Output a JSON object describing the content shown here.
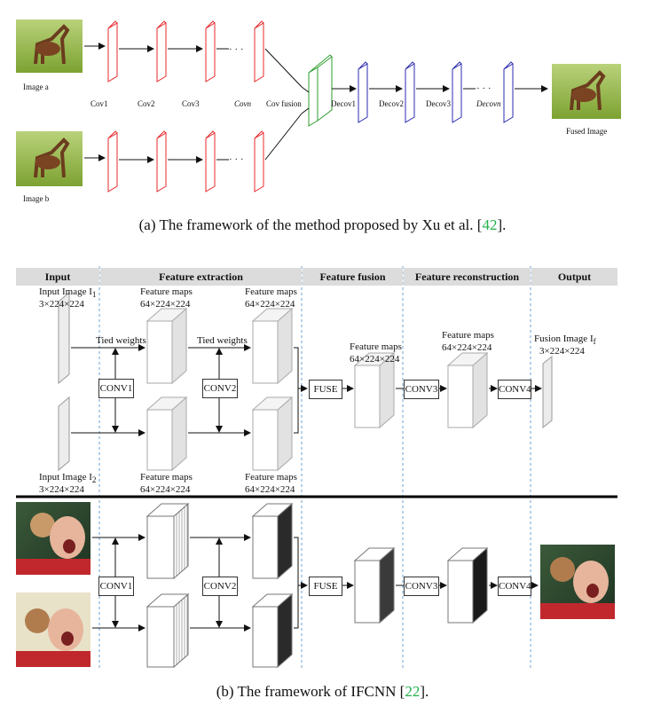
{
  "part_a": {
    "image_a_label": "Image a",
    "image_b_label": "Image b",
    "conv_labels": [
      "Cov1",
      "Cov2",
      "Cov3",
      "Cov"
    ],
    "conv_n_suffix": "n",
    "dots": "· · ·",
    "fusion_label": "Cov fusion",
    "deconv_labels": [
      "Decov1",
      "Decov2",
      "Decov3",
      "Decov"
    ],
    "deconv_n_suffix": "n",
    "fused_label": "Fused Image",
    "caption_prefix": "(a)  The framework of the method proposed by Xu et al. [",
    "caption_ref": "42",
    "caption_suffix": "].",
    "colors": {
      "conv": "#e8282b",
      "fusion": "#2e9d2e",
      "deconv": "#2b2bb0"
    }
  },
  "part_b": {
    "headers": {
      "input": "Input",
      "extraction": "Feature extraction",
      "fusion": "Feature fusion",
      "reconstruction": "Feature reconstruction",
      "output": "Output"
    },
    "input1_label": "Input Image I",
    "input1_sub": "1",
    "input2_label": "Input Image I",
    "input2_sub": "2",
    "dims_3": "3×224×224",
    "feature_maps": "Feature maps",
    "dims_64": "64×224×224",
    "tied_weights": "Tied weights",
    "conv1": "CONV1",
    "conv2": "CONV2",
    "fuse": "FUSE",
    "conv3": "CONV3",
    "conv4": "CONV4",
    "fusion_image_label": "Fusion Image I",
    "fusion_image_sub": "f",
    "caption_prefix": "(b)  The framework of IFCNN [",
    "caption_ref": "22",
    "caption_suffix": "]."
  }
}
